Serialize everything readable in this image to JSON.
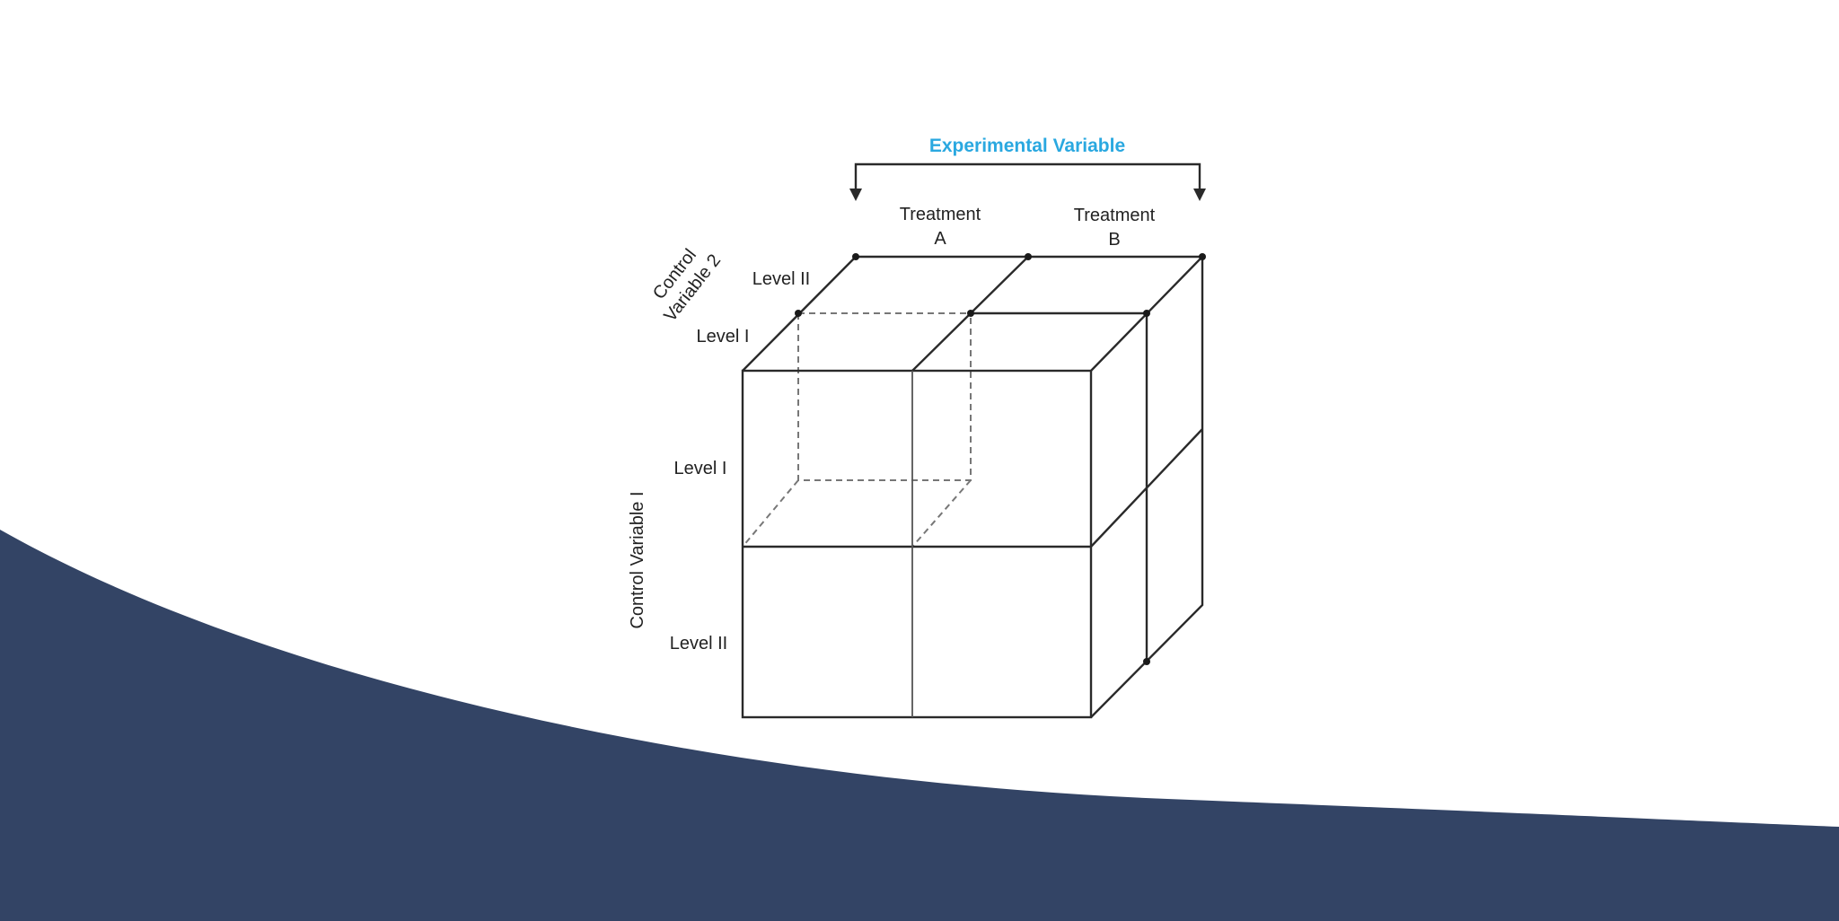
{
  "diagram": {
    "experimental_variable": "Experimental Variable",
    "treatments": [
      {
        "line1": "Treatment",
        "line2": "A"
      },
      {
        "line1": "Treatment",
        "line2": "B"
      }
    ],
    "control_variable_2": {
      "line1": "Control",
      "line2": "Variable 2",
      "levels": [
        "Level II",
        "Level I"
      ]
    },
    "control_variable_1": {
      "label": "Control Variable I",
      "levels": [
        "Level I",
        "Level II"
      ]
    }
  },
  "colors": {
    "accent": "#2aa8e0",
    "wave": "#334465",
    "line": "#2a2a2a"
  }
}
